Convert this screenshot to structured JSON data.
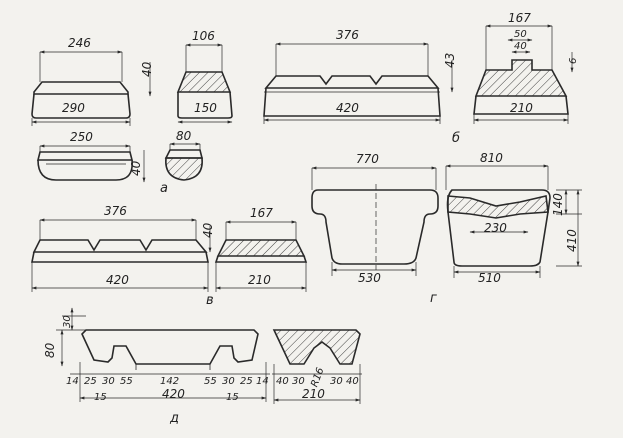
{
  "dims": {
    "a1_top": "246",
    "a1_h": "40",
    "a1_bot": "290",
    "a2_top": "106",
    "a2_bot": "150",
    "b1_top": "376",
    "b1_h": "43",
    "b1_bot": "420",
    "b2_top": "167",
    "b2_slot": "50",
    "b2_slot_h": "40",
    "b2_h": "6",
    "b2_bot": "210",
    "a3_top": "250",
    "a3_h": "40",
    "a4_top": "80",
    "c1_top": "376",
    "c1_h": "40",
    "c1_bot": "420",
    "c2_top": "167",
    "c2_bot": "210",
    "g1_top": "770",
    "g1_bot": "530",
    "g2_top": "810",
    "g2_bot": "510",
    "g2_inner": "230",
    "g2_h1": "140",
    "g2_h2": "410",
    "d_30": "30",
    "d_80": "80",
    "d_14a": "14",
    "d_25a": "25",
    "d_30a": "30",
    "d_55a": "55",
    "d_142": "142",
    "d_55b": "55",
    "d_30b": "30",
    "d_25b": "25",
    "d_14b": "14",
    "d_15a": "15",
    "d_420": "420",
    "d_15b": "15",
    "d_40a": "40",
    "d_30c": "30",
    "d_r": "R16",
    "d_30d": "30",
    "d_40b": "40",
    "d_210": "210"
  },
  "labels": {
    "a": "а",
    "b": "б",
    "v": "в",
    "g": "г",
    "d": "д"
  }
}
